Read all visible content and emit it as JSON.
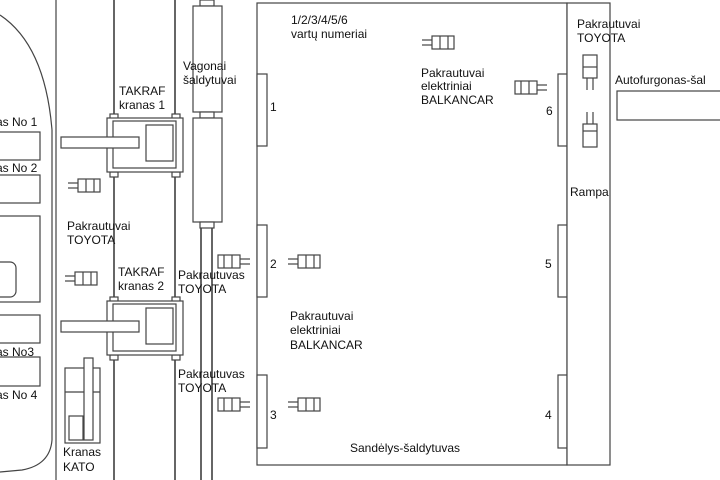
{
  "ship": {
    "holds": [
      "as No 1",
      "as No 2",
      "as No3",
      "as No 4"
    ]
  },
  "cranes": {
    "takraf1": [
      "TAKRAF",
      "kranas 1"
    ],
    "takraf2": [
      "TAKRAF",
      "kranas 2"
    ],
    "kato": [
      "Kranas",
      "KATO"
    ]
  },
  "wagons": [
    "Vagonai",
    "šaldytuvai"
  ],
  "forklifts": {
    "toyota_quay": [
      "Pakrautuvai",
      "TOYOTA"
    ],
    "toyota_gate2": [
      "Pakrautuvas",
      "TOYOTA"
    ],
    "toyota_gate3": [
      "Pakrautuvas",
      "TOYOTA"
    ],
    "balkancar_top": [
      "Pakrautuvai",
      "elektriniai",
      "BALKANCAR"
    ],
    "balkancar_mid": [
      "Pakrautuvai",
      "elektriniai",
      "BALKANCAR"
    ],
    "toyota_ramp": [
      "Pakrautuvai",
      "TOYOTA"
    ]
  },
  "warehouse": {
    "legend": [
      "1/2/3/4/5/6",
      "vartų numeriai"
    ],
    "name": "Sandėlys-šaldytuvas",
    "gates": [
      "1",
      "2",
      "3",
      "4",
      "5",
      "6"
    ]
  },
  "ramp": "Rampa",
  "truck": "Autofurgonas-šal"
}
